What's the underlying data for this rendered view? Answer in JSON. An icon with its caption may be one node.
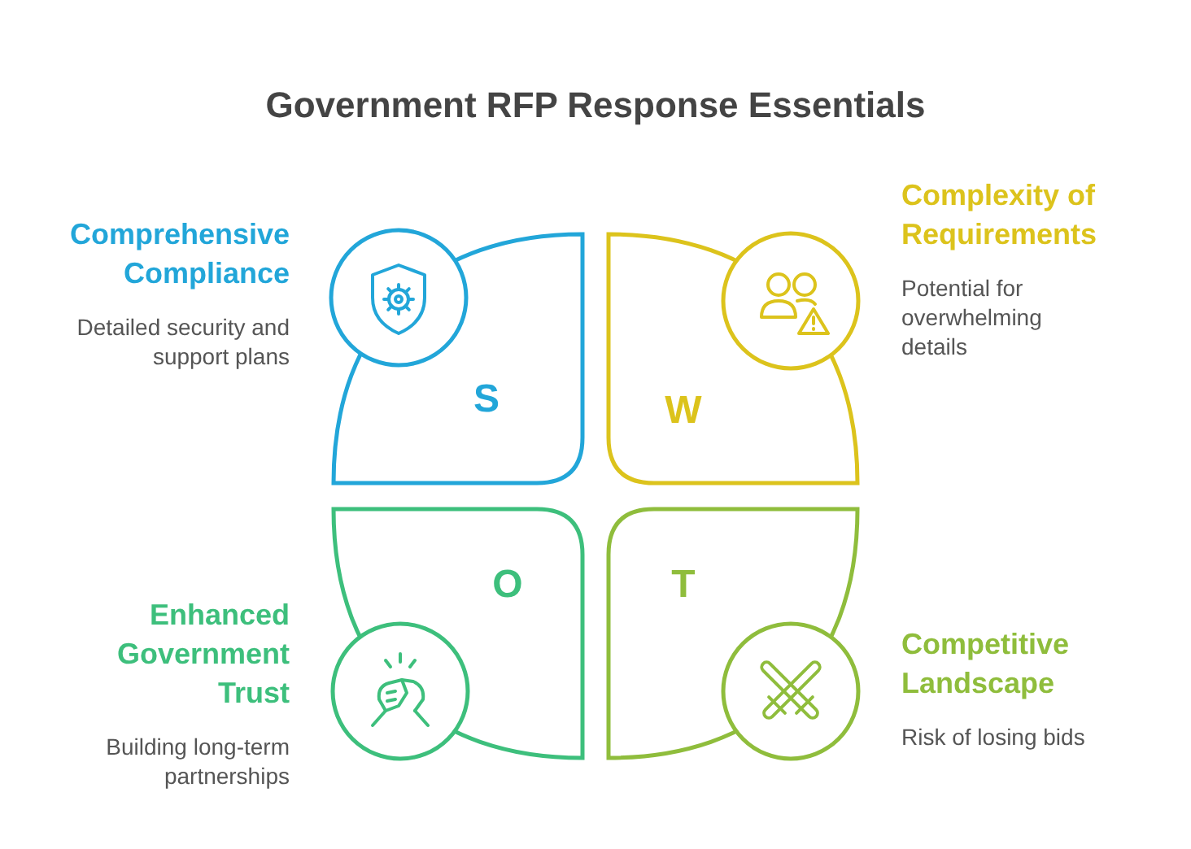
{
  "diagram": {
    "title": "Government RFP Response Essentials",
    "nodes": [
      {
        "text": [
          "S"
        ],
        "beside": [
          "Comprehensive Compliance",
          "Detailed security and support plans"
        ]
      },
      {
        "text": [
          "W"
        ],
        "beside": [
          "Complexity of Requirements",
          "Potential for overwhelming details"
        ]
      },
      {
        "text": [
          "O"
        ],
        "beside": [
          "Enhanced Government Trust",
          "Building long-term partnerships"
        ]
      },
      {
        "text": [
          "T"
        ],
        "beside": [
          "Competitive Landscape",
          "Risk of losing bids"
        ]
      }
    ]
  }
}
